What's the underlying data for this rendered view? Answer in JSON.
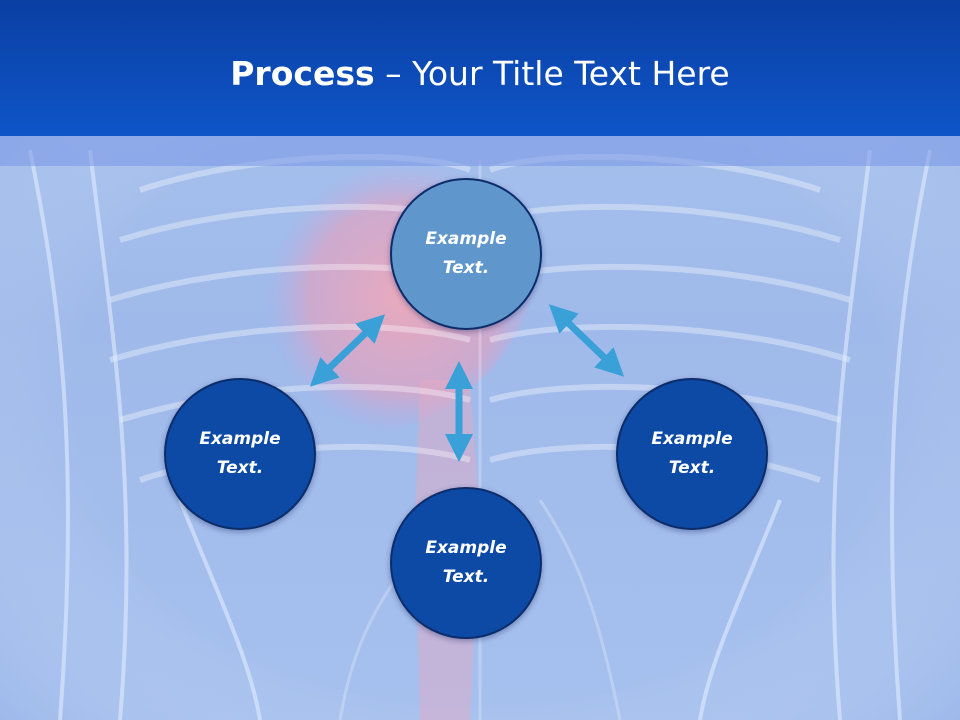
{
  "slide": {
    "title_bold": "Process",
    "title_rest": " – Your Title Text Here"
  },
  "nodes": {
    "top": {
      "line1": "Example",
      "line2": "Text."
    },
    "left": {
      "line1": "Example",
      "line2": "Text."
    },
    "bottom": {
      "line1": "Example",
      "line2": "Text."
    },
    "right": {
      "line1": "Example",
      "line2": "Text."
    }
  },
  "colors": {
    "header": "#0f55c8",
    "node_top": "#5f97cc",
    "node_dark": "#0c4aa6",
    "arrow": "#3aa0d8"
  }
}
